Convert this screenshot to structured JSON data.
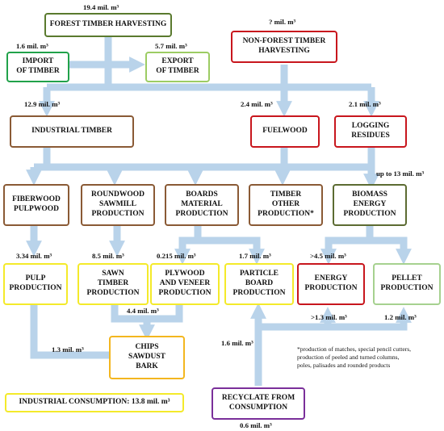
{
  "boxes": {
    "forest": "FOREST TIMBER HARVESTING",
    "import": "IMPORT\nOF TIMBER",
    "export": "EXPORT\nOF TIMBER",
    "nonforest": "NON-FOREST TIMBER\nHARVESTING",
    "industrial": "INDUSTRIAL TIMBER",
    "fuelwood": "FUELWOOD",
    "logging": "LOGGING\nRESIDUES",
    "fiberwood": "FIBERWOOD\nPULPWOOD",
    "roundwood": "ROUNDWOOD\nSAWMILL\nPRODUCTION",
    "boards": "BOARDS\nMATERIAL\nPRODUCTION",
    "timber_other": "TIMBER\nOTHER\nPRODUCTION*",
    "biomass": "BIOMASS\nENERGY\nPRODUCTION",
    "pulp": "PULP\nPRODUCTION",
    "sawn": "SAWN\nTIMBER\nPRODUCTION",
    "plywood": "PLYWOOD\nAND VENEER\nPRODUCTION",
    "particle": "PARTICLE\nBOARD\nPRODUCTION",
    "energy": "ENERGY\nPRODUCTION",
    "pellet": "PELLET\nPRODUCTION",
    "chips": "CHIPS\nSAWDUST\nBARK",
    "industrial_consumption": "INDUSTRIAL CONSUMPTION: 13.8 mil. m³",
    "recycle": "RECYCLATE FROM\nCONSUMPTION"
  },
  "labels": {
    "forest_volume": "19.4 mil. m³",
    "nonforest_volume": "? mil. m³",
    "import_volume": "1.6 mil. m³",
    "export_volume": "5.7 mil. m³",
    "industrial_volume": "12.9 mil. m³",
    "fuelwood_volume": "2.4 mil. m³",
    "logging_volume": "2.1 mil. m³",
    "biomass_volume": "up to 13 mil. m³",
    "pulp_volume": "3.34 mil. m³",
    "sawn_volume": "8.5 mil. m³",
    "plywood_volume": "0.215 mil. m³",
    "particle_volume": "1.7 mil. m³",
    "energy_volume": ">4.5 mil. m³",
    "chips_from_sawn": "4.4 mil. m³",
    "chips_from_pulp": "1.3 mil. m³",
    "chips_to_energy": ">1.3 mil. m³",
    "chips_to_pellet": "1.2 mil. m³",
    "chips_to_particle": "1.6 mil. m³",
    "recycle_volume": "0.6 mil. m³"
  },
  "footnote": "*production of matches, special pencil cutters,\nproduction of peeled and turned columns,\npoles, palisades and rounded products",
  "colors": {
    "flow": "#b9d3ea",
    "forest_border": "#5a7a2e",
    "import_border": "#21a24a",
    "export_border": "#9ccc63",
    "nonforest_border": "#c8161d",
    "industrial_border": "#8a5a35",
    "yellow_border": "#f4ea2a",
    "chips_border": "#f3b61f",
    "recycle_border": "#7a2f9a"
  }
}
